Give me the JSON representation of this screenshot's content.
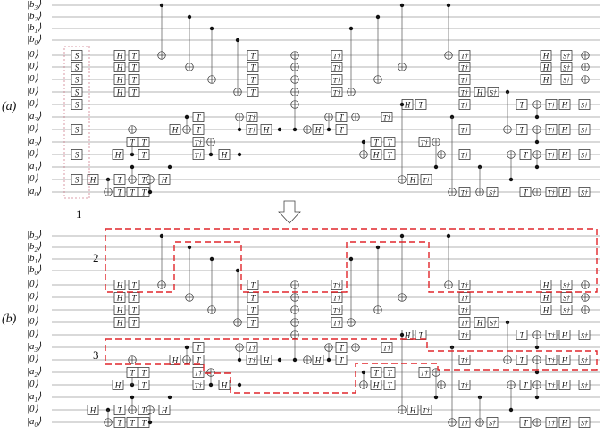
{
  "panels": [
    {
      "id": "a",
      "label": "(a)",
      "annotation_numbers": [
        "1"
      ]
    },
    {
      "id": "b",
      "label": "(b)",
      "annotation_numbers": [
        "2",
        "3"
      ]
    }
  ],
  "qubit_labels": [
    {
      "main": "b",
      "sub": "3"
    },
    {
      "main": "b",
      "sub": "2"
    },
    {
      "main": "b",
      "sub": "1"
    },
    {
      "main": "b",
      "sub": "0"
    },
    {
      "main": "0",
      "sub": ""
    },
    {
      "main": "0",
      "sub": ""
    },
    {
      "main": "0",
      "sub": ""
    },
    {
      "main": "0",
      "sub": ""
    },
    {
      "main": "0",
      "sub": ""
    },
    {
      "main": "a",
      "sub": "3"
    },
    {
      "main": "0",
      "sub": ""
    },
    {
      "main": "a",
      "sub": "2"
    },
    {
      "main": "0",
      "sub": ""
    },
    {
      "main": "a",
      "sub": "1"
    },
    {
      "main": "0",
      "sub": ""
    },
    {
      "main": "a",
      "sub": "0"
    }
  ],
  "gate_names": {
    "S": "S",
    "H": "H",
    "T": "T",
    "Tdg": "T†",
    "Sdg": "S†"
  },
  "arrow_icon": "down-arrow-icon",
  "colors": {
    "dashed_box": "#e0262b",
    "line": "#8a8a8a",
    "dot_box": "#d08090"
  }
}
